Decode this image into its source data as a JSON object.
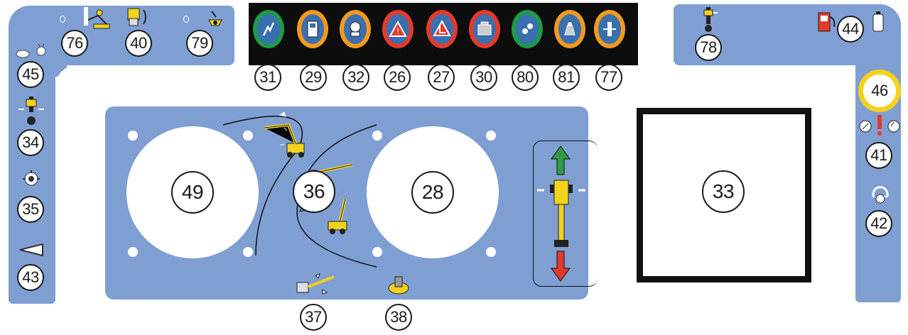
{
  "labels": {
    "n76": "76",
    "n40": "40",
    "n79": "79",
    "n31": "31",
    "n29": "29",
    "n32": "32",
    "n26": "26",
    "n27": "27",
    "n30": "30",
    "n80": "80",
    "n81": "81",
    "n77": "77",
    "n78": "78",
    "n44": "44",
    "n46": "46",
    "n41": "41",
    "n42": "42",
    "n45": "45",
    "n34": "34",
    "n35": "35",
    "n43": "43",
    "n49": "49",
    "n36": "36",
    "n28": "28",
    "n33": "33",
    "n37": "37",
    "n38": "38"
  },
  "lamps": [
    {
      "id": "31",
      "ring": "#1e9a48",
      "icon": "overload-zigzag-icon"
    },
    {
      "id": "29",
      "ring": "#f39a1e",
      "icon": "fuel-level-icon"
    },
    {
      "id": "32",
      "ring": "#f39a1e",
      "icon": "engine-oil-icon"
    },
    {
      "id": "26",
      "ring": "#e23b2b",
      "icon": "warning-triangle-icon"
    },
    {
      "id": "27",
      "ring": "#e23b2b",
      "icon": "tilt-alarm-icon"
    },
    {
      "id": "30",
      "ring": "#e23b2b",
      "icon": "engine-fault-icon"
    },
    {
      "id": "80",
      "ring": "#1e9a48",
      "icon": "drive-speed-icon"
    },
    {
      "id": "81",
      "ring": "#f39a1e",
      "icon": "platform-overload-icon"
    },
    {
      "id": "77",
      "ring": "#f39a1e",
      "icon": "rotation-icon"
    }
  ],
  "colors": {
    "panel": "#7f9fd3",
    "lamp_bar": "#0d0d0d",
    "green_arrow": "#2f9c45",
    "red_arrow": "#e03a2c",
    "machine_yellow": "#f2d21d",
    "highlight_ring": "#f2d21d"
  }
}
